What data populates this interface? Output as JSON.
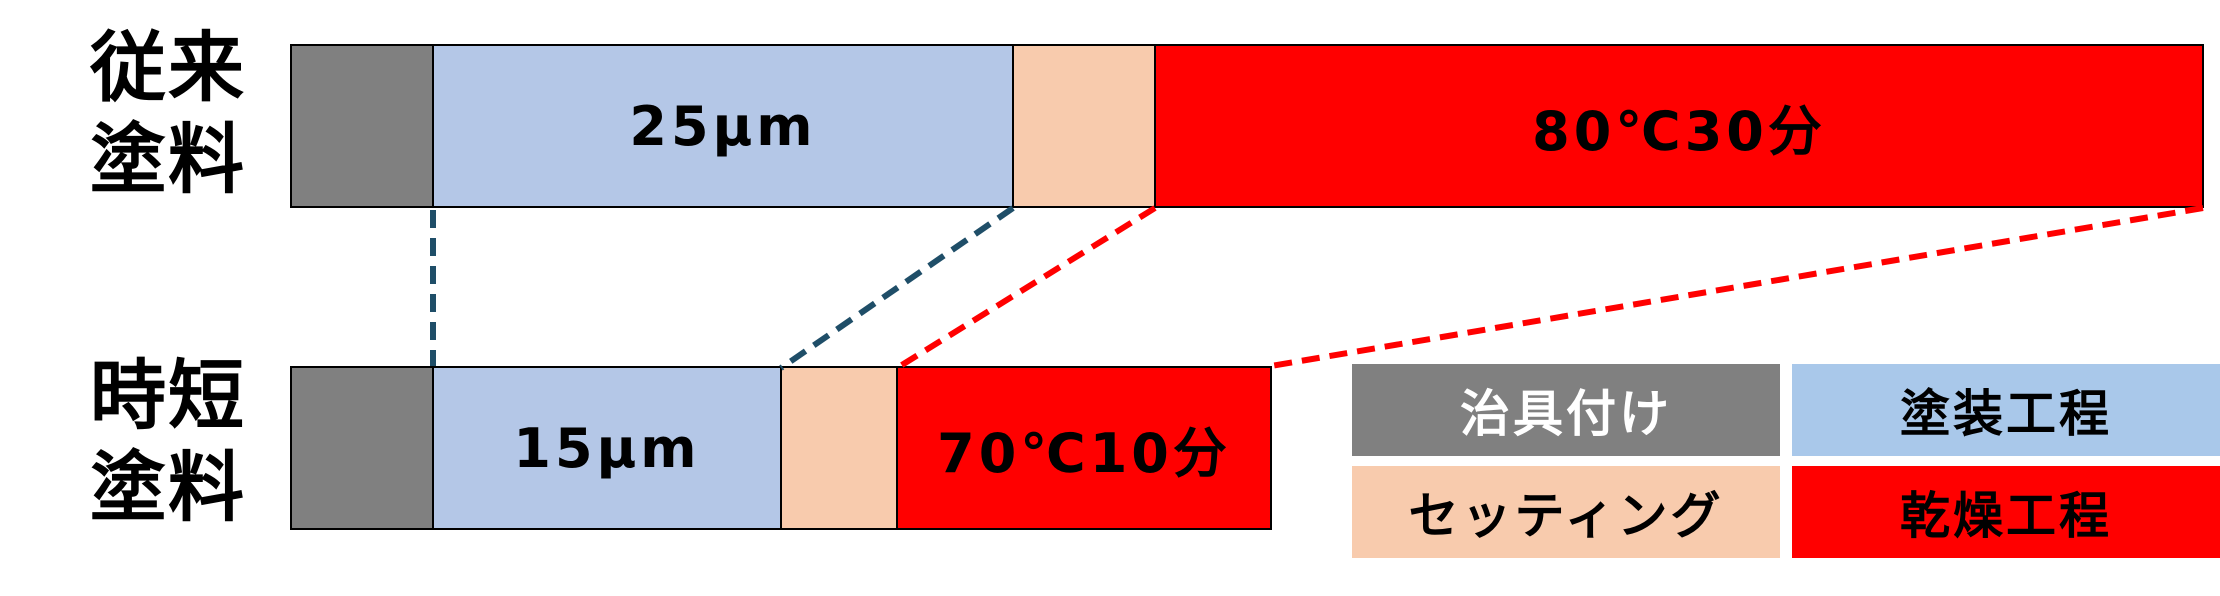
{
  "rows": {
    "conventional": {
      "label_line1": "従来",
      "label_line2": "塗料",
      "coating_label": "25μm",
      "drying_label": "80℃30分"
    },
    "quick": {
      "label_line1": "時短",
      "label_line2": "塗料",
      "coating_label": "15μm",
      "drying_label": "70℃10分"
    }
  },
  "legend": {
    "jig": "治具付け",
    "coating": "塗装工程",
    "setting": "セッティング",
    "drying": "乾燥工程"
  },
  "colors": {
    "jig": "#808080",
    "coating_bar": "#b4c7e7",
    "coating_legend": "#a9c8ea",
    "setting": "#f8cbad",
    "drying": "#ff0000",
    "connector_dark": "#1f4e68",
    "connector_red": "#ff0000"
  }
}
